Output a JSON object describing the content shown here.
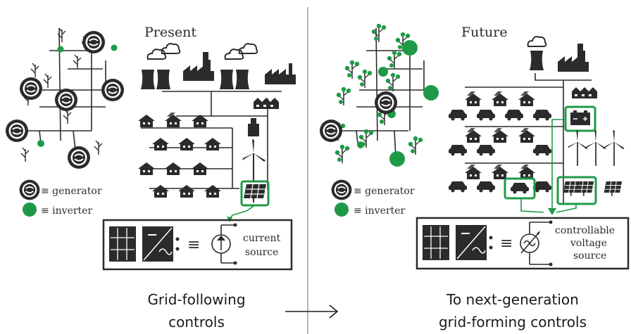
{
  "left_panel": {
    "title": "Present",
    "legend": {
      "generator": "≡ generator",
      "inverter": "≡ inverter"
    },
    "equiv": "≡",
    "source_label": [
      "current",
      "source"
    ],
    "caption": [
      "Grid-following",
      "controls"
    ]
  },
  "right_panel": {
    "title": "Future",
    "legend": {
      "generator": "≡ generator",
      "inverter": "≡ inverter"
    },
    "equiv": "≡",
    "source_label": [
      "controllable",
      "voltage",
      "source"
    ],
    "caption": [
      "To next-generation",
      "grid-forming controls"
    ]
  },
  "colors": {
    "ink": "#2b2b2b",
    "green": "#1e9a46",
    "divider": "#9a9a9a"
  },
  "icons": [
    "generator-icon",
    "inverter-icon",
    "power-plant-icon",
    "factory-icon",
    "house-icon",
    "wind-turbine-icon",
    "solar-panel-icon",
    "battery-icon",
    "car-icon",
    "converter-icon",
    "current-source-icon",
    "voltage-source-icon",
    "arrow-right-icon"
  ]
}
